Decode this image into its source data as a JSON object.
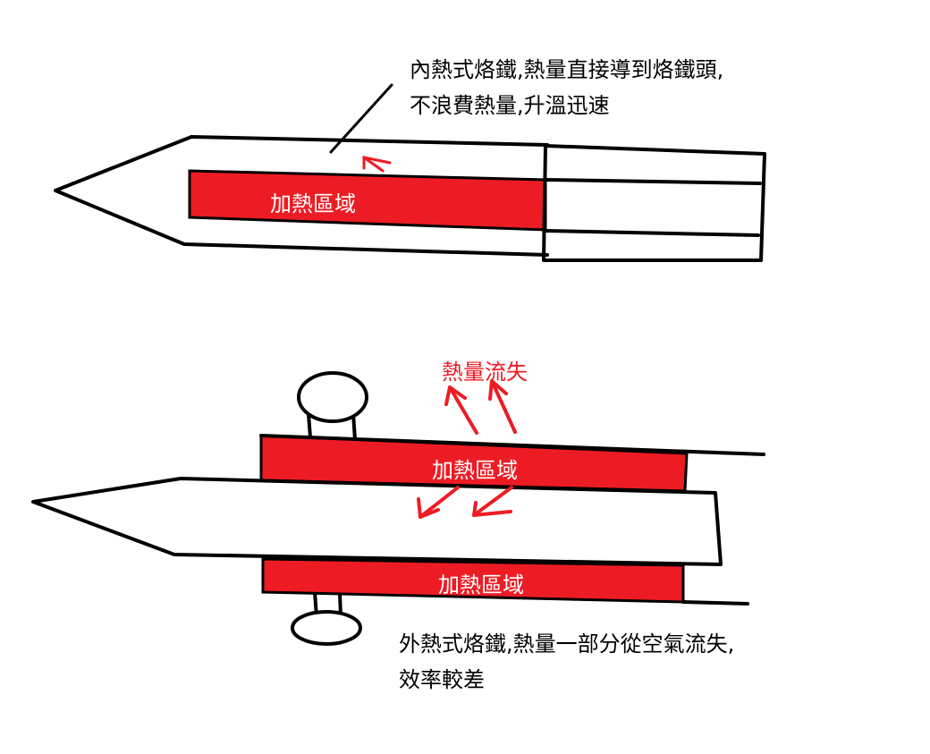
{
  "internal_iron": {
    "caption_line1": "內熱式烙鐵,熱量直接導到烙鐵頭,",
    "caption_line2": "不浪費熱量,升溫迅速",
    "heating_zone_label": "加熱區域"
  },
  "external_iron": {
    "heat_loss_label": "熱量流失",
    "heating_zone_top_label": "加熱區域",
    "heating_zone_bottom_label": "加熱區域",
    "caption_line1": "外熱式烙鐵,熱量一部分從空氣流失,",
    "caption_line2": "效率較差"
  },
  "colors": {
    "heating_red": "#ed1c24",
    "outline": "#000000",
    "background": "#ffffff"
  }
}
